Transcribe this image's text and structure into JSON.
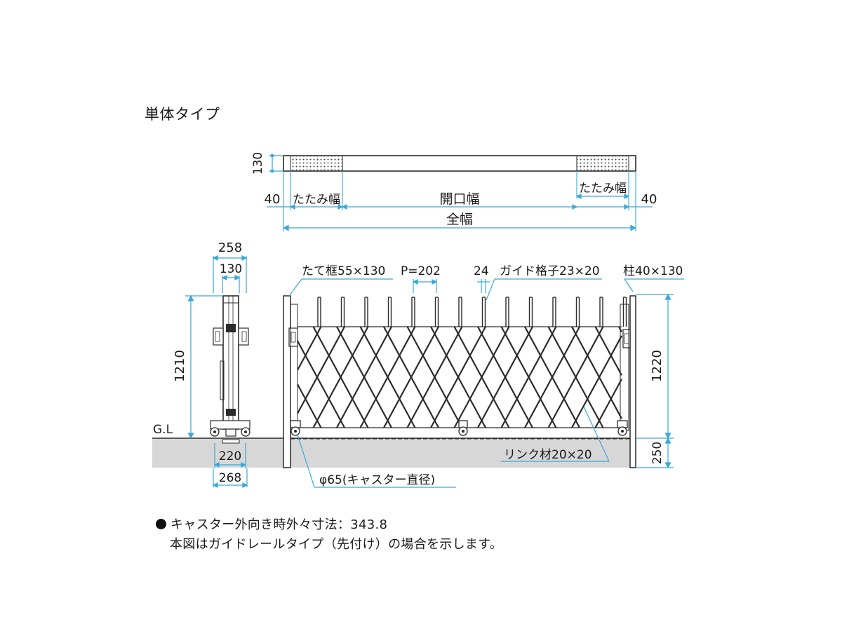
{
  "title": "単体タイプ",
  "colors": {
    "dimension": "#3aa8d8",
    "line": "#2b2b2b",
    "ground": "#d7d7d7"
  },
  "plan": {
    "height": "130",
    "end_left": "40",
    "end_right": "40",
    "fold_left": "たたみ幅",
    "fold_right": "たたみ幅",
    "opening": "開口幅",
    "total": "全幅"
  },
  "side": {
    "depth_top": "258",
    "depth_inner": "130",
    "height": "1210",
    "ground_label": "G.L",
    "base_inner": "220",
    "base_outer": "268"
  },
  "front": {
    "frame": "たて框55×130",
    "pitch": "P=202",
    "grid_width": "24",
    "guide_grid": "ガイド格子23×20",
    "post": "柱40×130",
    "height": "1220",
    "below_ground": "250",
    "link": "リンク材20×20",
    "caster": "φ65(キャスター直径)"
  },
  "notes": {
    "line1": "キャスター外向き時外々寸法：343.8",
    "line2": "本図はガイドレールタイプ（先付け）の場合を示します。"
  }
}
